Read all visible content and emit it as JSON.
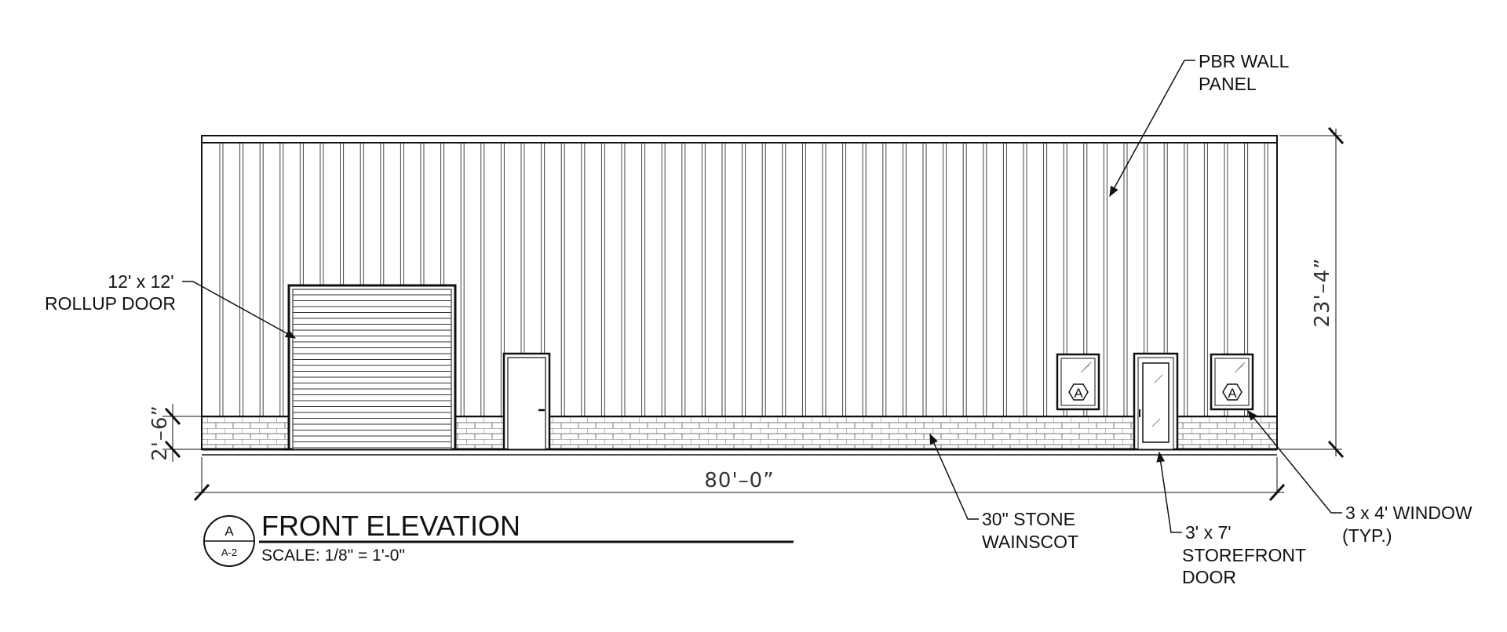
{
  "title": "FRONT ELEVATION",
  "scale": "SCALE: 1/8\" = 1'-0\"",
  "section_bubble": {
    "top": "A",
    "bottom": "A-2"
  },
  "window_tag": "A",
  "dimensions": {
    "overall_width": "80'–0”",
    "overall_height": "23'–4”",
    "wainscot_height": "2'–6”"
  },
  "callouts": {
    "wall_panel": [
      "PBR WALL",
      "PANEL"
    ],
    "rollup_door": [
      "12' x 12'",
      "ROLLUP DOOR"
    ],
    "wainscot": [
      "30\" STONE",
      "WAINSCOT"
    ],
    "storefront_door": [
      "3' x 7'",
      "STOREFRONT",
      "DOOR"
    ],
    "window": [
      "3 x 4' WINDOW",
      "(TYP.)"
    ]
  },
  "colors": {
    "line": "#111111",
    "panel_rib": "#444444",
    "stone": "#666666"
  }
}
